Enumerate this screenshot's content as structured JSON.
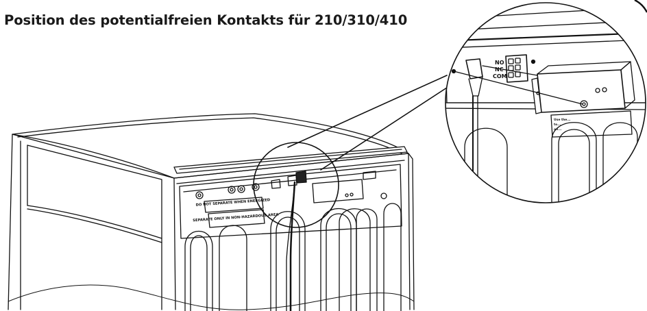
{
  "title": "Position des potentialfreien Kontakts für 210/310/410",
  "labels": {
    "warning_top": "DO NOT SEPARATE WHEN ENERGIZED",
    "warning_bottom": "SEPARATE ONLY IN NON-HAZARDOUS AREA",
    "contact_no": "NO",
    "contact_nc": "NC",
    "contact_com": "COM",
    "note_line1": "Use the...",
    "note_line2": "to...",
    "note_line3": "on..."
  }
}
